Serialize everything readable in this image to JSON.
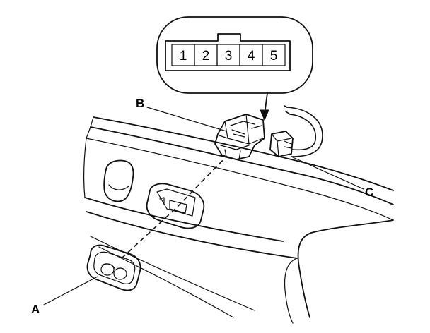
{
  "callouts": {
    "a": "A",
    "b": "B",
    "c": "C"
  },
  "connector_pins": [
    "1",
    "2",
    "3",
    "4",
    "5"
  ],
  "colors": {
    "line": "#111111",
    "background": "#ffffff"
  }
}
